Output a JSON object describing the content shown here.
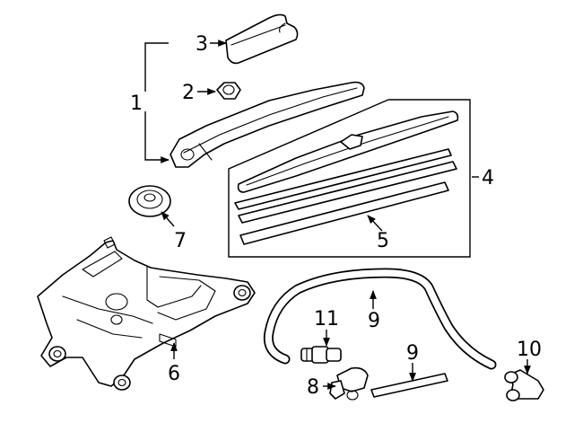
{
  "diagram": {
    "callouts": {
      "c1": "1",
      "c2": "2",
      "c3": "3",
      "c4": "4",
      "c5": "5",
      "c6": "6",
      "c7": "7",
      "c8": "8",
      "c9a": "9",
      "c9b": "9",
      "c10": "10",
      "c11": "11"
    }
  }
}
